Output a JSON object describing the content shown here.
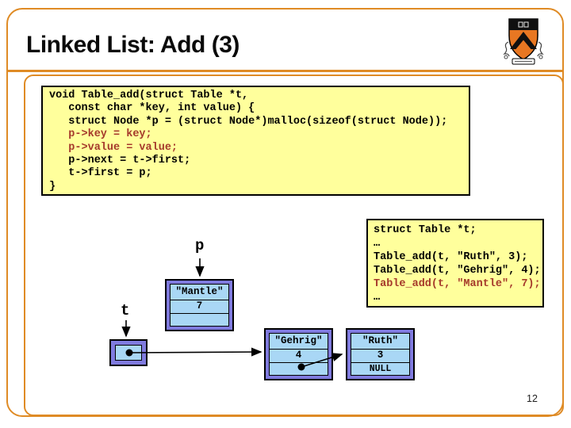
{
  "slide": {
    "title": "Linked List: Add (3)",
    "page_number": "12"
  },
  "code_main": {
    "lines": [
      {
        "text": "void Table_add(struct Table *t,",
        "color": "black"
      },
      {
        "text": "   const char *key, int value) {",
        "color": "black"
      },
      {
        "text": "   struct Node *p = (struct Node*)malloc(sizeof(struct Node));",
        "color": "black"
      },
      {
        "text": "   p->key = key;",
        "color": "red"
      },
      {
        "text": "   p->value = value;",
        "color": "red"
      },
      {
        "text": "   p->next = t->first;",
        "color": "black"
      },
      {
        "text": "   t->first = p;",
        "color": "black"
      },
      {
        "text": "}",
        "color": "black"
      }
    ]
  },
  "code_calls": {
    "lines": [
      {
        "text": "struct Table *t;",
        "color": "black"
      },
      {
        "text": "…",
        "color": "black"
      },
      {
        "text": "Table_add(t, \"Ruth\", 3);",
        "color": "black"
      },
      {
        "text": "Table_add(t, \"Gehrig\", 4);",
        "color": "black"
      },
      {
        "text": "Table_add(t, \"Mantle\", 7);",
        "color": "red"
      },
      {
        "text": "…",
        "color": "black"
      }
    ]
  },
  "diagram": {
    "pointer_p": "p",
    "pointer_t": "t",
    "nodes": [
      {
        "key": "\"Mantle\"",
        "value": "7",
        "next": ""
      },
      {
        "key": "\"Gehrig\"",
        "value": "4",
        "next": ""
      },
      {
        "key": "\"Ruth\"",
        "value": "3",
        "next": "NULL"
      }
    ]
  },
  "colors": {
    "frame_orange": "#DF8B25",
    "code_yellow": "#FFFF9C",
    "code_red": "#A5392B",
    "node_purple": "#7F7ADE",
    "cell_blue": "#A9D7F5",
    "shield_orange": "#E87722"
  }
}
